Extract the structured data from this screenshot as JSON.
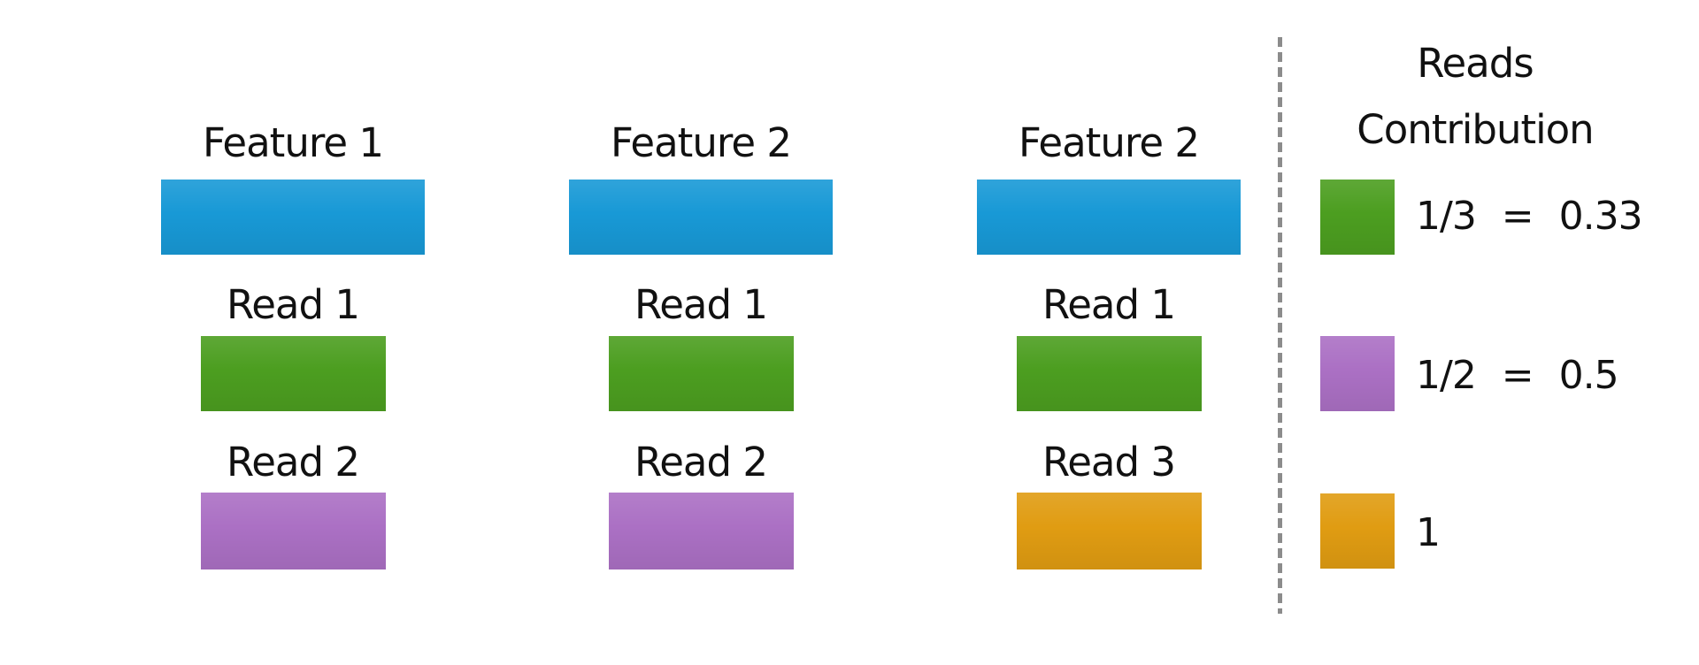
{
  "diagram": {
    "background_color": "#FFFFFF",
    "text_color": "#111111",
    "separator_color": "#8C8C8C",
    "columns": [
      {
        "feature_label": "Feature 1",
        "feature_color": "#1899D6",
        "reads": [
          {
            "label": "Read 1",
            "color": "#4C9E20"
          },
          {
            "label": "Read 2",
            "color": "#AB70C4"
          }
        ]
      },
      {
        "feature_label": "Feature 2",
        "feature_color": "#1899D6",
        "reads": [
          {
            "label": "Read 1",
            "color": "#4C9E20"
          },
          {
            "label": "Read 2",
            "color": "#AB70C4"
          }
        ]
      },
      {
        "feature_label": "Feature 2",
        "feature_color": "#1899D6",
        "reads": [
          {
            "label": "Read 1",
            "color": "#4C9E20"
          },
          {
            "label": "Read 3",
            "color": "#E09C12"
          }
        ]
      }
    ],
    "legend": {
      "title_line1": "Reads",
      "title_line2": "Contribution",
      "items": [
        {
          "swatch_color": "#4C9E20",
          "value": "1/3 = 0.33"
        },
        {
          "swatch_color": "#AB70C4",
          "value": "1/2 = 0.5"
        },
        {
          "swatch_color": "#E09C12",
          "value": "1"
        }
      ]
    }
  }
}
